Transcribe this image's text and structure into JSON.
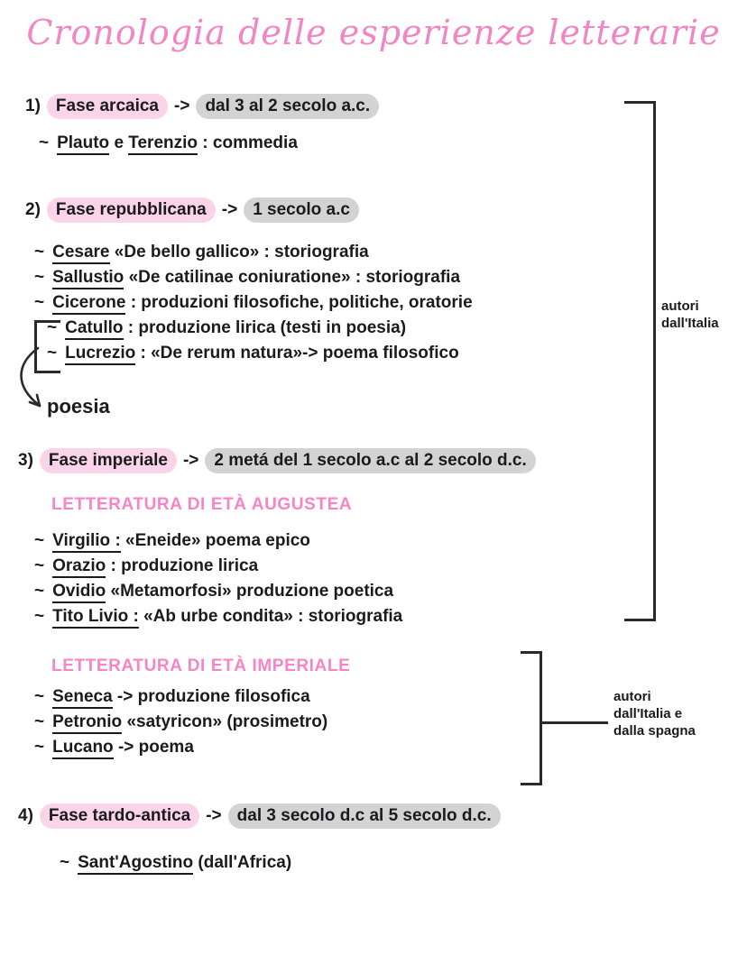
{
  "title": "Cronologia delle esperienze letterarie",
  "bullet": "~",
  "colors": {
    "title_pink": "#f285c3",
    "subheader_pink": "#f884c6",
    "highlight_pink": "#fad5e9",
    "highlight_gray": "#d3d3d3",
    "ink": "#1b1b1d"
  },
  "sections": [
    {
      "num": "1)",
      "phase": "Fase arcaica",
      "arrow": "->",
      "period": "dal 3 al 2 secolo a.c.",
      "items": [
        [
          {
            "t": "Plauto",
            "u": true
          },
          {
            "t": " e ",
            "u": false
          },
          {
            "t": "Terenzio",
            "u": true
          },
          {
            "t": " : commedia",
            "u": false
          }
        ]
      ]
    },
    {
      "num": "2)",
      "phase": "Fase repubblicana",
      "arrow": "->",
      "period": "1 secolo a.c",
      "items": [
        [
          {
            "t": "Cesare",
            "u": true
          },
          {
            "t": " «De bello gallico» : storiografia",
            "u": false
          }
        ],
        [
          {
            "t": "Sallustio",
            "u": true
          },
          {
            "t": " «De catilinae coniuratione» : storiografia",
            "u": false
          }
        ],
        [
          {
            "t": "Cicerone",
            "u": true
          },
          {
            "t": " : produzioni filosofiche, politiche, oratorie",
            "u": false
          }
        ],
        [
          {
            "t": "Catullo",
            "u": true
          },
          {
            "t": " : produzione lirica (testi in poesia)",
            "u": false
          }
        ],
        [
          {
            "t": "Lucrezio",
            "u": true
          },
          {
            "t": " : «De rerum natura»-> poema filosofico",
            "u": false
          }
        ]
      ],
      "note": "poesia"
    },
    {
      "num": "3)",
      "phase": "Fase imperiale",
      "arrow": "->",
      "period": "2 metá del 1 secolo a.c al 2 secolo d.c.",
      "subhead_augustea": "LETTERATURA DI ETÀ AUGUSTEA",
      "items_augustea": [
        [
          {
            "t": "Virgilio :",
            "u": true
          },
          {
            "t": " «Eneide» poema epico",
            "u": false
          }
        ],
        [
          {
            "t": "Orazio",
            "u": true
          },
          {
            "t": " : produzione lirica",
            "u": false
          }
        ],
        [
          {
            "t": "Ovidio",
            "u": true
          },
          {
            "t": " «Metamorfosi» produzione poetica",
            "u": false
          }
        ],
        [
          {
            "t": "Tito Livio :",
            "u": true
          },
          {
            "t": " «Ab urbe condita» : storiografia",
            "u": false
          }
        ]
      ],
      "subhead_imperiale": "LETTERATURA DI ETÀ IMPERIALE",
      "items_imperiale": [
        [
          {
            "t": "Seneca",
            "u": true
          },
          {
            "t": " -> produzione filosofica",
            "u": false
          }
        ],
        [
          {
            "t": "Petronio",
            "u": true
          },
          {
            "t": " «satyricon» (prosimetro)",
            "u": false
          }
        ],
        [
          {
            "t": "Lucano",
            "u": true
          },
          {
            "t": " -> poema",
            "u": false
          }
        ]
      ]
    },
    {
      "num": "4)",
      "phase": "Fase tardo-antica",
      "arrow": "->",
      "period": "dal 3 secolo d.c al 5 secolo d.c.",
      "items": [
        [
          {
            "t": "Sant'Agostino",
            "u": true
          },
          {
            "t": " (dall'Africa)",
            "u": false
          }
        ]
      ]
    }
  ],
  "annotations": {
    "bracket1": [
      "autori",
      "dall'Italia"
    ],
    "bracket2": [
      "autori",
      "dall'Italia e",
      "dalla spagna"
    ]
  }
}
